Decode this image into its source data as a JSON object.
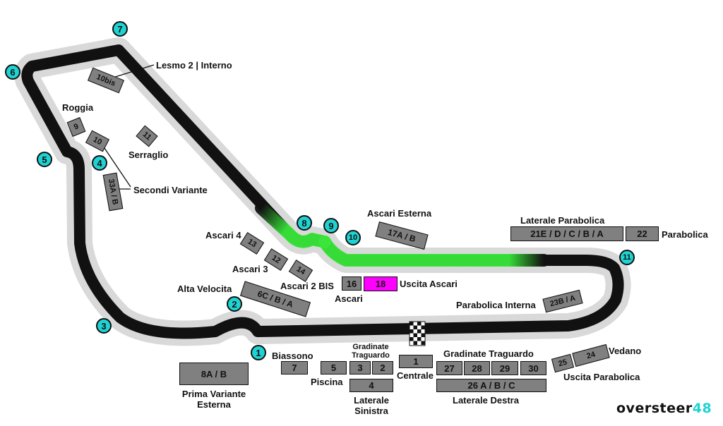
{
  "turns": [
    {
      "id": "t1",
      "label": "1"
    },
    {
      "id": "t2",
      "label": "2"
    },
    {
      "id": "t3",
      "label": "3"
    },
    {
      "id": "t4",
      "label": "4"
    },
    {
      "id": "t5",
      "label": "5"
    },
    {
      "id": "t6",
      "label": "6"
    },
    {
      "id": "t7",
      "label": "7"
    },
    {
      "id": "t8",
      "label": "8"
    },
    {
      "id": "t9",
      "label": "9"
    },
    {
      "id": "t10",
      "label": "10"
    },
    {
      "id": "t11",
      "label": "11"
    }
  ],
  "stands": [
    {
      "id": "s10bis",
      "label": "10bis"
    },
    {
      "id": "s9",
      "label": "9"
    },
    {
      "id": "s10",
      "label": "10"
    },
    {
      "id": "s11",
      "label": "11"
    },
    {
      "id": "s33",
      "label": "33A / B"
    },
    {
      "id": "s13",
      "label": "13"
    },
    {
      "id": "s12",
      "label": "12"
    },
    {
      "id": "s14",
      "label": "14"
    },
    {
      "id": "s6c",
      "label": "6C / B / A"
    },
    {
      "id": "s17",
      "label": "17A / B"
    },
    {
      "id": "s16",
      "label": "16"
    },
    {
      "id": "s18",
      "label": "18"
    },
    {
      "id": "s21",
      "label": "21E / D / C / B / A"
    },
    {
      "id": "s22",
      "label": "22"
    },
    {
      "id": "s23",
      "label": "23B / A"
    },
    {
      "id": "s8",
      "label": "8A / B"
    },
    {
      "id": "s7",
      "label": "7"
    },
    {
      "id": "s5",
      "label": "5"
    },
    {
      "id": "s3",
      "label": "3"
    },
    {
      "id": "s2",
      "label": "2"
    },
    {
      "id": "s4",
      "label": "4"
    },
    {
      "id": "s1",
      "label": "1"
    },
    {
      "id": "s27",
      "label": "27"
    },
    {
      "id": "s28",
      "label": "28"
    },
    {
      "id": "s29",
      "label": "29"
    },
    {
      "id": "s30",
      "label": "30"
    },
    {
      "id": "s26",
      "label": "26 A / B / C"
    },
    {
      "id": "s25",
      "label": "25"
    },
    {
      "id": "s24",
      "label": "24"
    }
  ],
  "labels": {
    "lesmo2": "Lesmo 2 | Interno",
    "roggia": "Roggia",
    "serraglio": "Serraglio",
    "secondi": "Secondi Variante",
    "ascari_esterna": "Ascari Esterna",
    "laterale_parabolica": "Laterale Parabolica",
    "parabolica": "Parabolica",
    "ascari4": "Ascari 4",
    "ascari3": "Ascari 3",
    "ascari2bis": "Ascari 2 BIS",
    "alta_velocita": "Alta Velocita",
    "ascari": "Ascari",
    "uscita_ascari": "Uscita Ascari",
    "parabolica_interna": "Parabolica Interna",
    "biassono": "Biassono",
    "gradinate_traguardo_small_1": "Gradinate",
    "gradinate_traguardo_small_2": "Traguardo",
    "gradinate_traguardo": "Gradinate Traguardo",
    "vedano": "Vedano",
    "piscina": "Piscina",
    "centrale": "Centrale",
    "uscita_parabolica": "Uscita Parabolica",
    "laterale_destra": "Laterale Destra",
    "laterale_sinistra_1": "Laterale",
    "laterale_sinistra_2": "Sinistra",
    "prima_variante_1": "Prima Variante",
    "prima_variante_2": "Esterna"
  },
  "brand": {
    "word": "oversteer",
    "number": "48"
  },
  "colors": {
    "track": "#111111",
    "runoff": "#d9d9d9",
    "drs_zone": "#39e639",
    "stand": "#808080",
    "highlight_stand": "#ff00ff",
    "turn_marker": "#1fd3d3"
  }
}
